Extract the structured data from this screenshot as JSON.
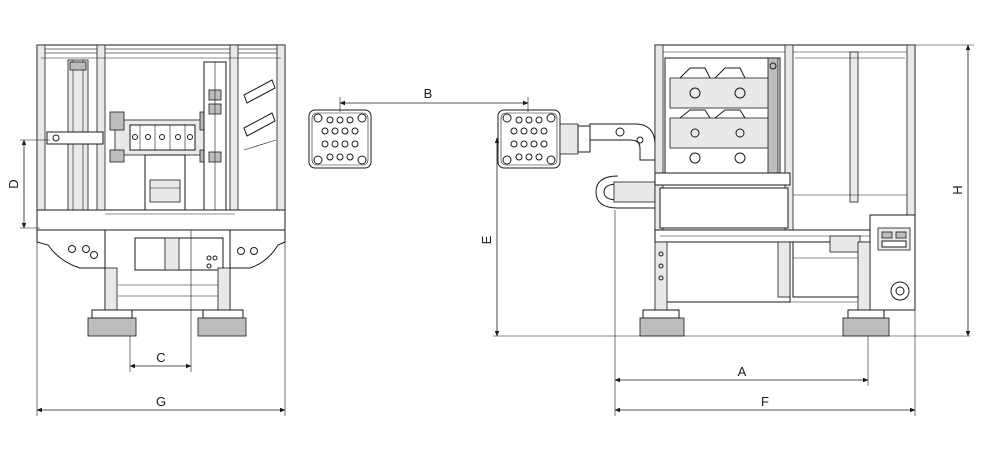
{
  "drawing": {
    "dimension_labels": {
      "A": "A",
      "B": "B",
      "C": "C",
      "D": "D",
      "E": "E",
      "F": "F",
      "G": "G",
      "H": "H"
    }
  },
  "colors": {
    "line": "#1a1a1a",
    "paper": "#ffffff",
    "shade": "#e9e9e9"
  }
}
